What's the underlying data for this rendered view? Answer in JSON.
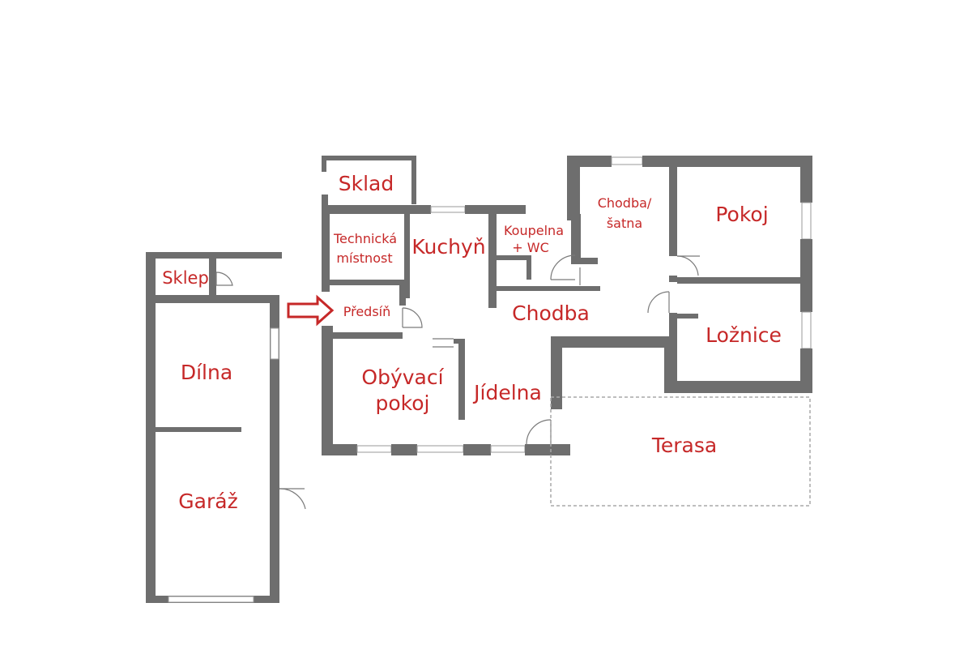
{
  "rooms": {
    "sklad": "Sklad",
    "technicka_line1": "Technická",
    "technicka_line2": "místnost",
    "kuchyn": "Kuchyň",
    "koupelna_line1": "Koupelna",
    "koupelna_line2": "+ WC",
    "chodba_satna_line1": "Chodba/",
    "chodba_satna_line2": "šatna",
    "pokoj": "Pokoj",
    "sklep": "Sklep",
    "predsin": "Předsíň",
    "chodba": "Chodba",
    "loznice": "Ložnice",
    "dilna": "Dílna",
    "obyvaci_line1": "Obývací",
    "obyvaci_line2": "pokoj",
    "jidelna": "Jídelna",
    "terasa": "Terasa",
    "garaz": "Garáž"
  },
  "colors": {
    "label": "#c62828",
    "wall": "#6e6e6e",
    "background": "#ffffff"
  },
  "icons": {
    "entrance_marker": "right-arrow-icon"
  }
}
